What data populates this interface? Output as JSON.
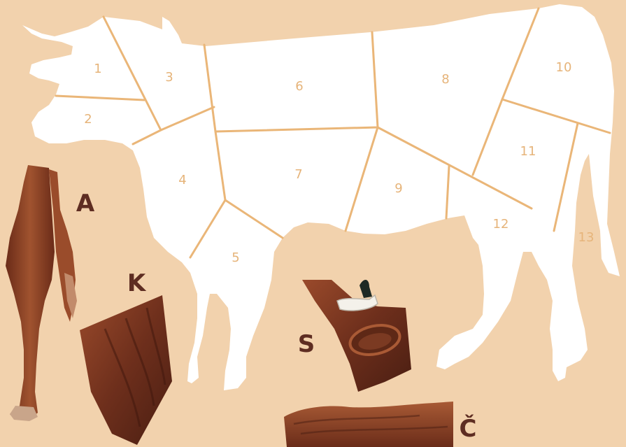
{
  "colors": {
    "background": "#f2d2ad",
    "silhouette": "#ffffff",
    "divider": "#eab678",
    "zone_label": "#e6b47a",
    "piece_letter": "#5e2d22",
    "hide_dark": "#5a2415",
    "hide_mid": "#8a3d25",
    "hide_light": "#b0643f"
  },
  "zones": [
    {
      "id": "1",
      "label": "1"
    },
    {
      "id": "2",
      "label": "2"
    },
    {
      "id": "3",
      "label": "3"
    },
    {
      "id": "4",
      "label": "4"
    },
    {
      "id": "5",
      "label": "5"
    },
    {
      "id": "6",
      "label": "6"
    },
    {
      "id": "7",
      "label": "7"
    },
    {
      "id": "8",
      "label": "8"
    },
    {
      "id": "9",
      "label": "9"
    },
    {
      "id": "10",
      "label": "10"
    },
    {
      "id": "11",
      "label": "11"
    },
    {
      "id": "12",
      "label": "12"
    },
    {
      "id": "13",
      "label": "13"
    }
  ],
  "pieces": [
    {
      "id": "A",
      "letter": "A",
      "content": "leg-and-hoof"
    },
    {
      "id": "K",
      "letter": "K",
      "content": "hide"
    },
    {
      "id": "S",
      "letter": "S",
      "content": "horn-and-ear"
    },
    {
      "id": "C",
      "letter": "Č",
      "content": "back-hide"
    }
  ]
}
